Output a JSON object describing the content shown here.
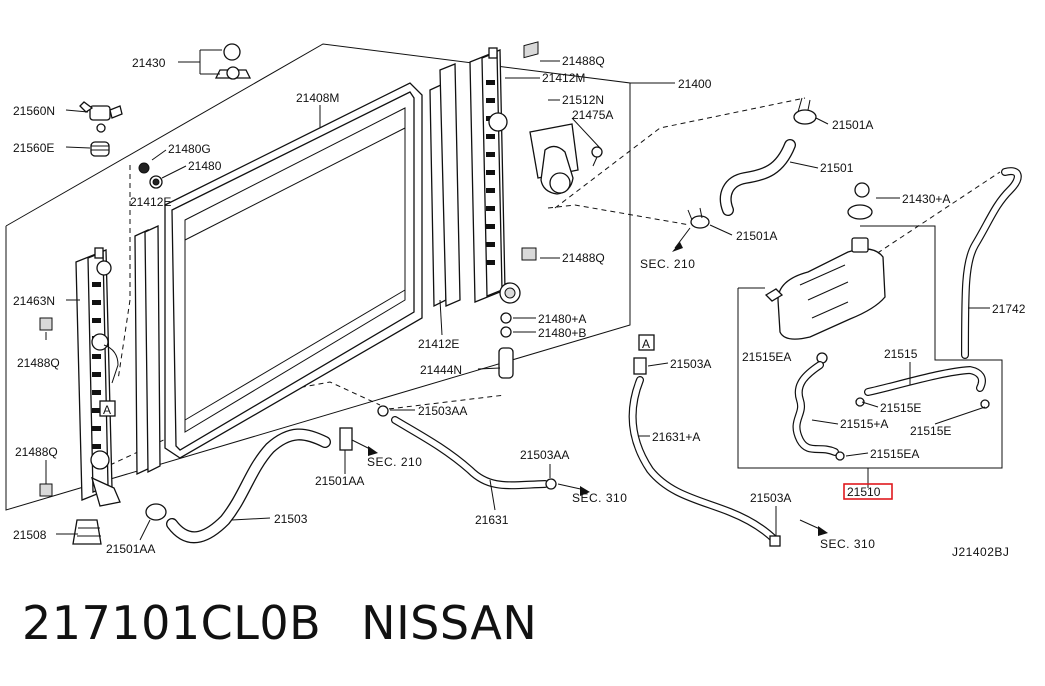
{
  "labels": {
    "l21430": "21430",
    "l21560N": "21560N",
    "l21560E": "21560E",
    "l21480G": "21480G",
    "l21480": "21480",
    "l21412E_left": "21412E",
    "l21408M": "21408M",
    "l21488Q_top": "21488Q",
    "l21412M": "21412M",
    "l21400": "21400",
    "l21512N": "21512N",
    "l21475A": "21475A",
    "l21488Q_right": "21488Q",
    "l21480A": "21480+A",
    "l21480B": "21480+B",
    "l21412E_mid": "21412E",
    "l21444N": "21444N",
    "l21463N": "21463N",
    "l21488Q_left": "21488Q",
    "l21488Q_bottom": "21488Q",
    "l21508": "21508",
    "l21501AA_left": "21501AA",
    "l21503": "21503",
    "l21501AA_mid": "21501AA",
    "l21503AA_top": "21503AA",
    "l21631": "21631",
    "l21503AA_right": "21503AA",
    "l21501A_top": "21501A",
    "l21501": "21501",
    "l21501A_bottom": "21501A",
    "l21430A": "21430+A",
    "l21742": "21742",
    "l21503A_top": "21503A",
    "l21631A": "21631+A",
    "l21503A_bottom": "21503A",
    "l21515EA_top": "21515EA",
    "l21515": "21515",
    "l21515E_mid": "21515E",
    "l21515A": "21515+A",
    "l21515E_right": "21515E",
    "l21515EA_bottom": "21515EA",
    "l21510": "21510",
    "sec210_left": "SEC. 210",
    "sec210_top": "SEC. 210",
    "sec310_mid": "SEC. 310",
    "sec310_right": "SEC. 310",
    "markerA_left": "A",
    "markerA_right": "A",
    "drawing_code": "J21402BJ"
  },
  "caption": {
    "part_number": "217101CL0B",
    "brand": "NISSAN"
  },
  "colors": {
    "line": "#111111",
    "highlight": "#e0191e",
    "background": "#ffffff"
  }
}
